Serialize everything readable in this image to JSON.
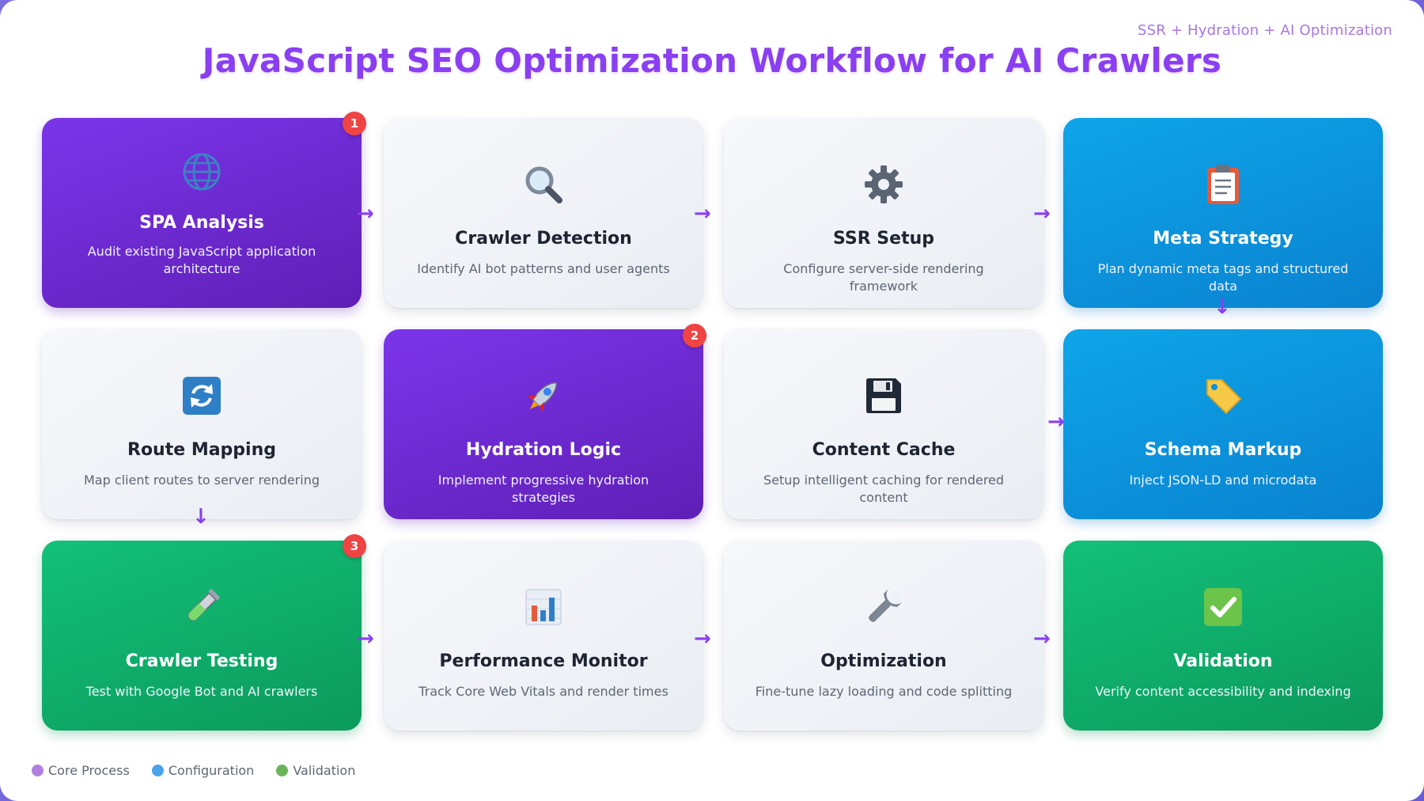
{
  "header": {
    "subtitle": "SSR + Hydration + AI Optimization",
    "title": "JavaScript SEO Optimization Workflow for AI Crawlers"
  },
  "steps": [
    {
      "title": "SPA Analysis",
      "desc": "Audit existing JavaScript application architecture",
      "icon": "globe-icon",
      "style": "purple",
      "badge": "1"
    },
    {
      "title": "Crawler Detection",
      "desc": "Identify AI bot patterns and user agents",
      "icon": "magnifier-icon",
      "style": "light"
    },
    {
      "title": "SSR Setup",
      "desc": "Configure server-side rendering framework",
      "icon": "gear-icon",
      "style": "light"
    },
    {
      "title": "Meta Strategy",
      "desc": "Plan dynamic meta tags and structured data",
      "icon": "clipboard-icon",
      "style": "blue"
    },
    {
      "title": "Route Mapping",
      "desc": "Map client routes to server rendering",
      "icon": "refresh-icon",
      "style": "light"
    },
    {
      "title": "Hydration Logic",
      "desc": "Implement progressive hydration strategies",
      "icon": "rocket-icon",
      "style": "purple",
      "badge": "2"
    },
    {
      "title": "Content Cache",
      "desc": "Setup intelligent caching for rendered content",
      "icon": "floppy-disk-icon",
      "style": "light"
    },
    {
      "title": "Schema Markup",
      "desc": "Inject JSON-LD and microdata",
      "icon": "tag-icon",
      "style": "blue"
    },
    {
      "title": "Crawler Testing",
      "desc": "Test with Google Bot and AI crawlers",
      "icon": "test-tube-icon",
      "style": "green",
      "badge": "3"
    },
    {
      "title": "Performance Monitor",
      "desc": "Track Core Web Vitals and render times",
      "icon": "bar-chart-icon",
      "style": "light"
    },
    {
      "title": "Optimization",
      "desc": "Fine-tune lazy loading and code splitting",
      "icon": "wrench-icon",
      "style": "light"
    },
    {
      "title": "Validation",
      "desc": "Verify content accessibility and indexing",
      "icon": "check-mark-icon",
      "style": "green"
    }
  ],
  "legend": [
    {
      "label": "Core Process",
      "color": "#b07fe0"
    },
    {
      "label": "Configuration",
      "color": "#4aa3e8"
    },
    {
      "label": "Validation",
      "color": "#6cb35a"
    }
  ],
  "colors": {
    "purple": "#6d28d9",
    "blue": "#0b93db",
    "green": "#10b06b",
    "badge": "#ef4444",
    "arrow": "#8a3ff0"
  }
}
